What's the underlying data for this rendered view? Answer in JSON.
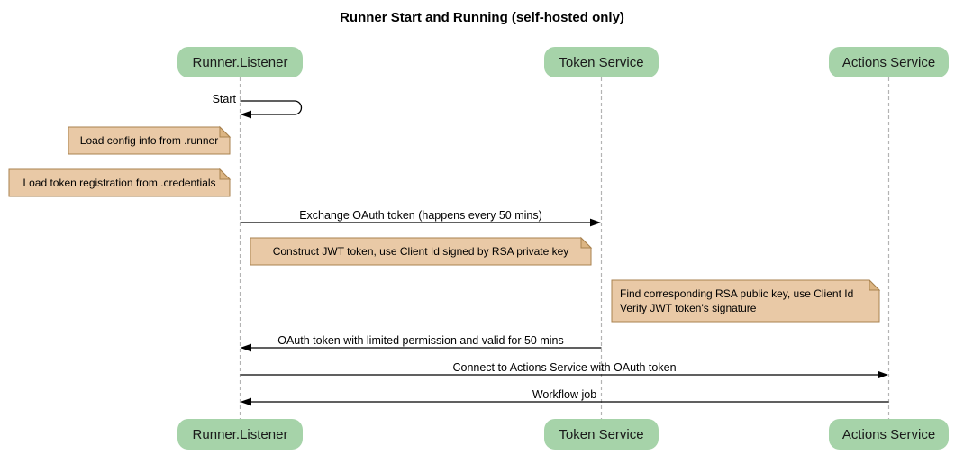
{
  "title": "Runner Start and Running (self-hosted only)",
  "actors": [
    {
      "name": "Runner.Listener"
    },
    {
      "name": "Token Service"
    },
    {
      "name": "Actions Service"
    }
  ],
  "messages": {
    "self_start": "Start",
    "exchange_oauth": "Exchange OAuth token (happens every 50 mins)",
    "oauth_return": "OAuth token with limited permission and valid for 50 mins",
    "connect_actions": "Connect to Actions Service with OAuth token",
    "workflow_job": "Workflow job"
  },
  "notes": {
    "load_config": "Load config info from .runner",
    "load_credentials": "Load token registration from .credentials",
    "construct_jwt": "Construct JWT token, use Client Id signed by RSA private key",
    "verify_jwt_line1": "Find corresponding RSA public key, use Client Id",
    "verify_jwt_line2": "Verify JWT token's signature"
  },
  "colors": {
    "actor_fill": "#a6d3a9",
    "note_fill": "#e9c9a6",
    "note_border": "#a9824f",
    "note_fold": "#dcb583",
    "lifeline": "#b3b3b3",
    "arrow": "#000000",
    "background": "#ffffff"
  }
}
